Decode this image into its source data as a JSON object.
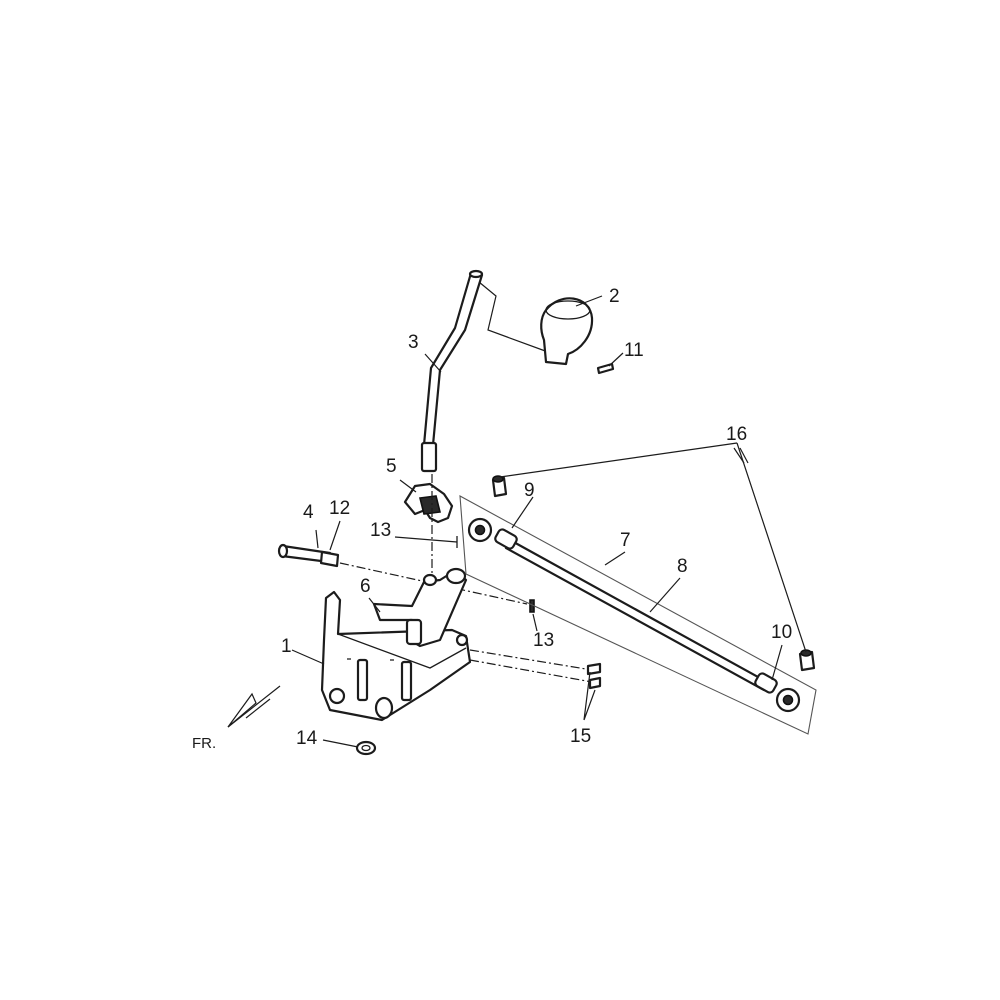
{
  "diagram": {
    "front_marker": "FR.",
    "callouts": [
      {
        "id": "c1",
        "text": "1"
      },
      {
        "id": "c2",
        "text": "2"
      },
      {
        "id": "c3",
        "text": "3"
      },
      {
        "id": "c4",
        "text": "4"
      },
      {
        "id": "c5",
        "text": "5"
      },
      {
        "id": "c6",
        "text": "6"
      },
      {
        "id": "c7",
        "text": "7"
      },
      {
        "id": "c8",
        "text": "8"
      },
      {
        "id": "c9",
        "text": "9"
      },
      {
        "id": "c10",
        "text": "10"
      },
      {
        "id": "c11",
        "text": "11"
      },
      {
        "id": "c12",
        "text": "12"
      },
      {
        "id": "c13a",
        "text": "13"
      },
      {
        "id": "c13b",
        "text": "13"
      },
      {
        "id": "c14",
        "text": "14"
      },
      {
        "id": "c15",
        "text": "15"
      },
      {
        "id": "c16",
        "text": "16"
      }
    ]
  }
}
